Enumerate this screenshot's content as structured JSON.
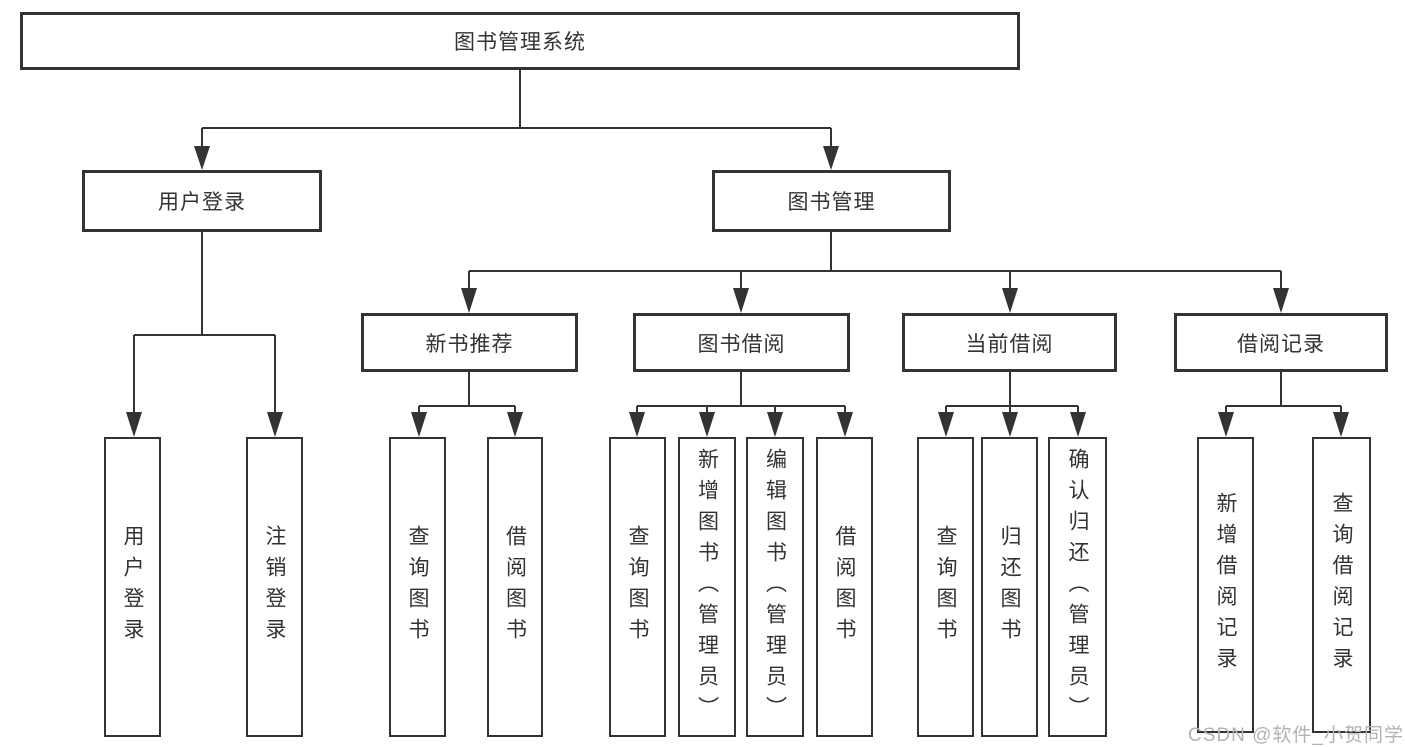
{
  "tree": {
    "label": "图书管理系统",
    "children": [
      {
        "label": "用户登录",
        "children": [
          {
            "label": "用户登录"
          },
          {
            "label": "注销登录"
          }
        ]
      },
      {
        "label": "图书管理",
        "children": [
          {
            "label": "新书推荐",
            "children": [
              {
                "label": "查询图书"
              },
              {
                "label": "借阅图书"
              }
            ]
          },
          {
            "label": "图书借阅",
            "children": [
              {
                "label": "查询图书"
              },
              {
                "label": "新增图书（管理员）"
              },
              {
                "label": "编辑图书（管理员）"
              },
              {
                "label": "借阅图书"
              }
            ]
          },
          {
            "label": "当前借阅",
            "children": [
              {
                "label": "查询图书"
              },
              {
                "label": "归还图书"
              },
              {
                "label": "确认归还（管理员）"
              }
            ]
          },
          {
            "label": "借阅记录",
            "children": [
              {
                "label": "新增借阅记录"
              },
              {
                "label": "查询借阅记录"
              }
            ]
          }
        ]
      }
    ]
  },
  "watermark": "CSDN @软件_小贺同学",
  "colors": {
    "line": "#333333",
    "box_border": "#333333",
    "box_fill": "#ffffff",
    "text": "#333333",
    "watermark": "#b3b3b3",
    "background": "#ffffff"
  }
}
